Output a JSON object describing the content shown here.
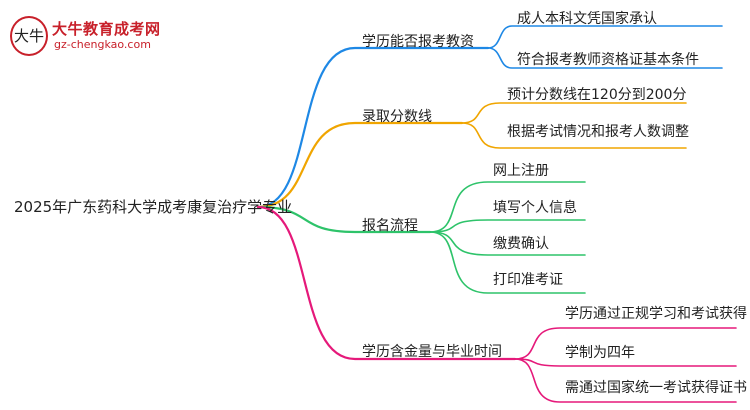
{
  "logo": {
    "mark": "大牛",
    "title": "大牛教育成考网",
    "url": "gz-chengkao.com"
  },
  "root": "2025年广东药科大学成考康复治疗学专业",
  "colors": {
    "blue": "#1e88e5",
    "orange": "#f0a500",
    "green": "#2ec36a",
    "pink": "#e5197a",
    "logo_red": "#c8202a"
  },
  "branches": [
    {
      "label": "学历能否报考教资",
      "color": "blue",
      "children": [
        "成人本科文凭国家承认",
        "符合报考教师资格证基本条件"
      ]
    },
    {
      "label": "录取分数线",
      "color": "orange",
      "children": [
        "预计分数线在120分到200分",
        "根据考试情况和报考人数调整"
      ]
    },
    {
      "label": "报名流程",
      "color": "green",
      "children": [
        "网上注册",
        "填写个人信息",
        "缴费确认",
        "打印准考证"
      ]
    },
    {
      "label": "学历含金量与毕业时间",
      "color": "pink",
      "children": [
        "学历通过正规学习和考试获得",
        "学制为四年",
        "需通过国家统一考试获得证书"
      ]
    }
  ]
}
